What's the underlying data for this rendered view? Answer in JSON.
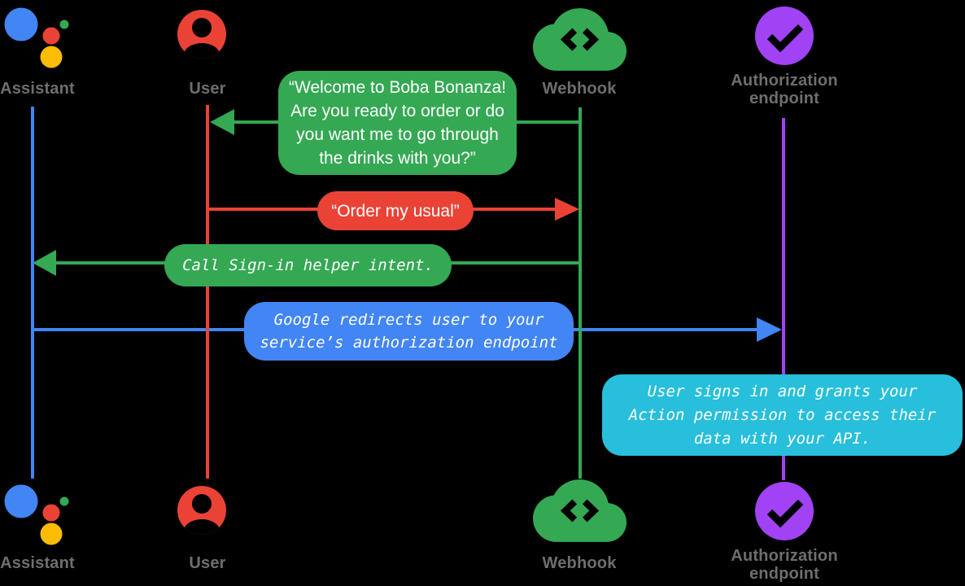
{
  "palette": {
    "background": "#000000",
    "blue": "#4285F4",
    "red": "#EA4335",
    "green": "#34A853",
    "yellow": "#FBBC04",
    "purple": "#A142F4",
    "cyan": "#27BFDB",
    "label_gray": "#6E6E6E",
    "message_text": "#FFFFFF"
  },
  "actors": {
    "assistant": {
      "label": "Assistant",
      "icon": "google-assistant-logo",
      "color": "#4285F4"
    },
    "user": {
      "label": "User",
      "icon": "person-icon",
      "color": "#EA4335"
    },
    "webhook": {
      "label": "Webhook",
      "icon": "cloud-code-icon",
      "color": "#34A853"
    },
    "auth": {
      "label": "Authorization\nendpoint",
      "icon": "check-circle-icon",
      "color": "#A142F4"
    }
  },
  "messages": {
    "welcome": {
      "text": "“Welcome to Boba Bonanza!\nAre you ready to order or do\nyou want me to go through\nthe drinks with you?”",
      "from": "Webhook",
      "to": "User",
      "color": "#34A853",
      "text_style": "speech"
    },
    "order": {
      "text": "“Order my usual”",
      "from": "User",
      "to": "Webhook",
      "color": "#EA4335",
      "text_style": "speech"
    },
    "signin": {
      "text": "Call Sign-in helper intent.",
      "from": "Webhook",
      "to": "Assistant",
      "color": "#34A853",
      "text_style": "code"
    },
    "redirect": {
      "text": "Google redirects user to your\nservice’s authorization endpoint",
      "from": "Assistant",
      "to": "Authorization endpoint",
      "color": "#4285F4",
      "text_style": "code"
    },
    "grant": {
      "text": "User signs in and grants your\nAction permission to access their\ndata with your API.",
      "on": "Authorization endpoint",
      "color": "#27BFDB",
      "text_style": "code"
    }
  }
}
